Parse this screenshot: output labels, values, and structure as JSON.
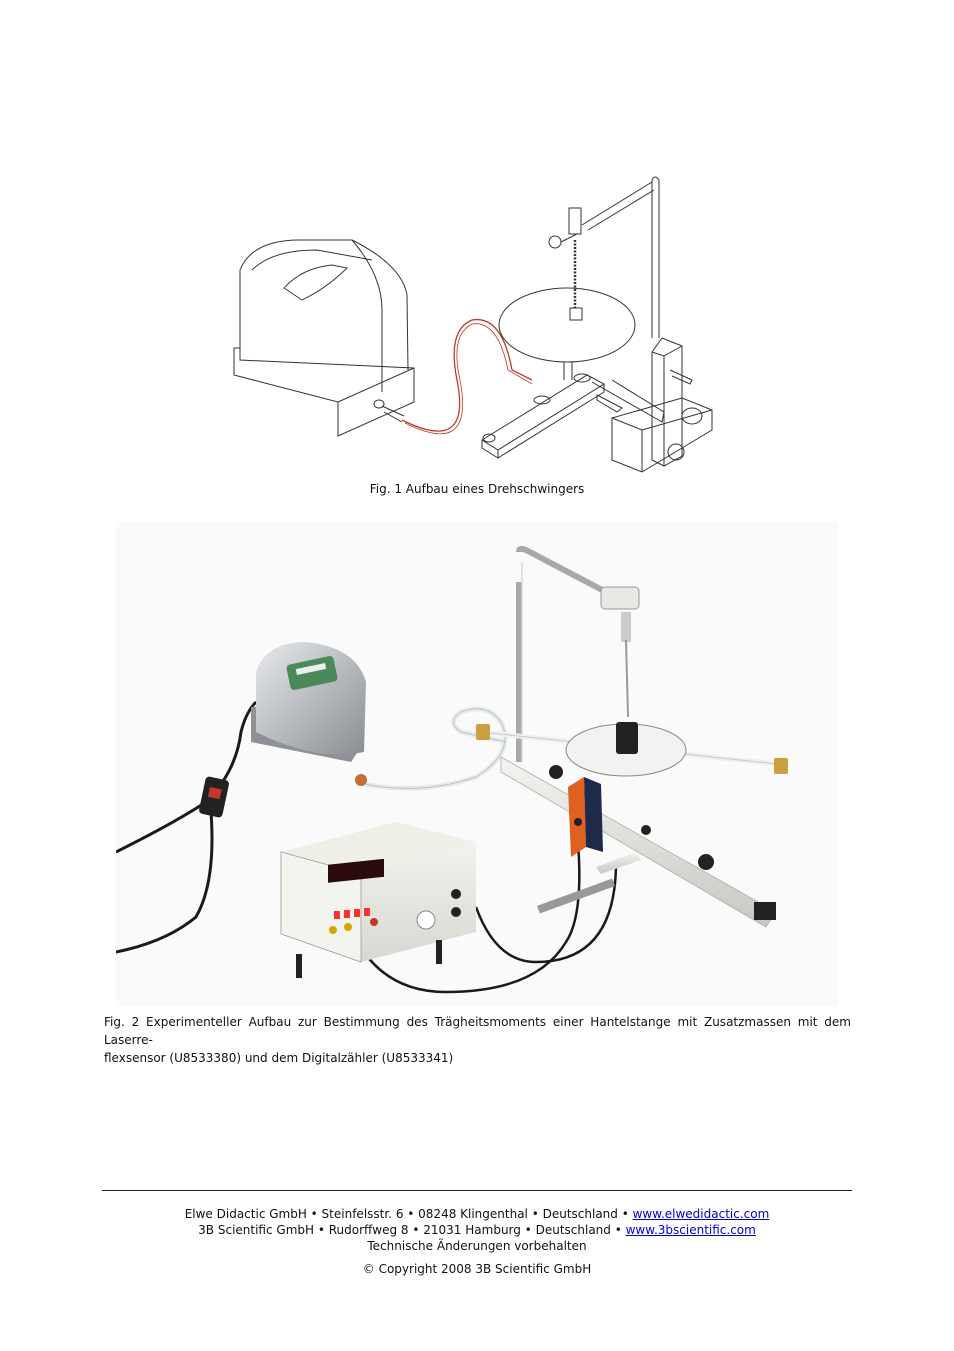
{
  "figure1": {
    "caption": "Fig. 1 Aufbau eines Drehschwingers"
  },
  "figure2": {
    "caption": "Fig. 2 Experimenteller Aufbau zur Bestimmung des Trägheitsmoments einer Hantelstange mit Zusatzmassen mit dem Laserreflexsensor (U8533380) und dem Digitalzähler (U8533341)",
    "caption_line1": "Fig. 2 Experimenteller Aufbau zur Bestimmung des Trägheitsmoments einer Hantelstange mit Zusatzmassen mit dem Laserre-",
    "caption_line2": "flexsensor (U8533380) und dem Digitalzähler (U8533341)"
  },
  "footer": {
    "line1_text": "Elwe Didactic GmbH • Steinfelsstr. 6 • 08248 Klingenthal • Deutschland • ",
    "line1_link": "www.elwedidactic.com",
    "line2_text": "3B Scientific GmbH • Rudorffweg 8 • 21031 Hamburg • Deutschland • ",
    "line2_link": "www.3bscientific.com",
    "line3": "Technische Änderungen vorbehalten",
    "copyright": "© Copyright 2008 3B Scientific GmbH"
  },
  "colors": {
    "hose": "#c0392b",
    "link": "#0000cc",
    "line_art": "#333333"
  }
}
